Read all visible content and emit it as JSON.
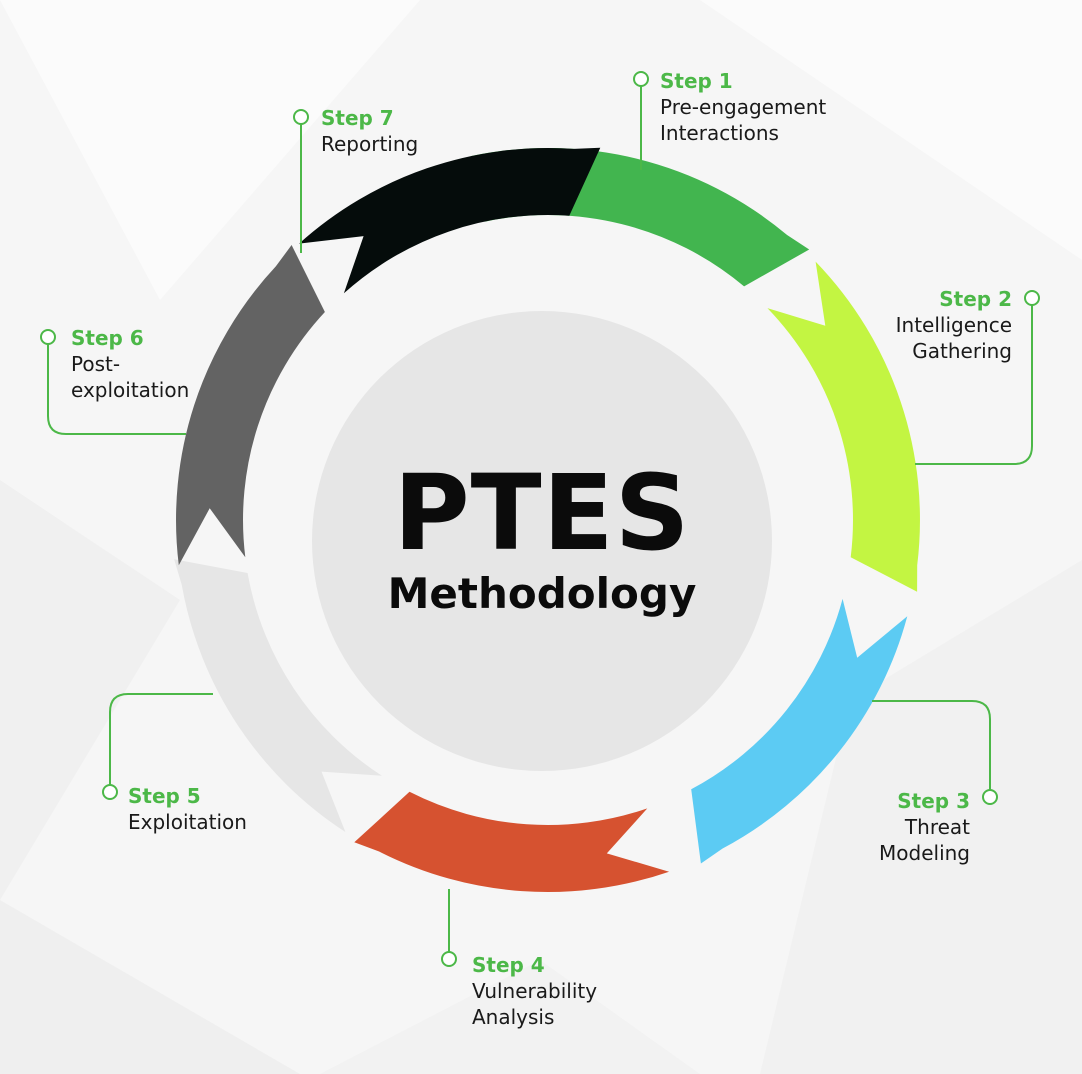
{
  "title": {
    "main": "PTES",
    "sub": "Methodology"
  },
  "colors": {
    "accent": "#4cb848",
    "step1": "#42b54f",
    "step2": "#c3f542",
    "step3": "#5ccbf3",
    "step4": "#d65230",
    "step5": "#e6e6e6",
    "step6": "#636363",
    "step7": "#050c0b"
  },
  "steps": [
    {
      "number": "Step 1",
      "name": "Pre-engagement\nInteractions"
    },
    {
      "number": "Step 2",
      "name": "Intelligence\nGathering"
    },
    {
      "number": "Step 3",
      "name": "Threat\nModeling"
    },
    {
      "number": "Step 4",
      "name": "Vulnerability\nAnalysis"
    },
    {
      "number": "Step 5",
      "name": "Exploitation"
    },
    {
      "number": "Step 6",
      "name": "Post-\nexploitation"
    },
    {
      "number": "Step 7",
      "name": "Reporting"
    }
  ]
}
